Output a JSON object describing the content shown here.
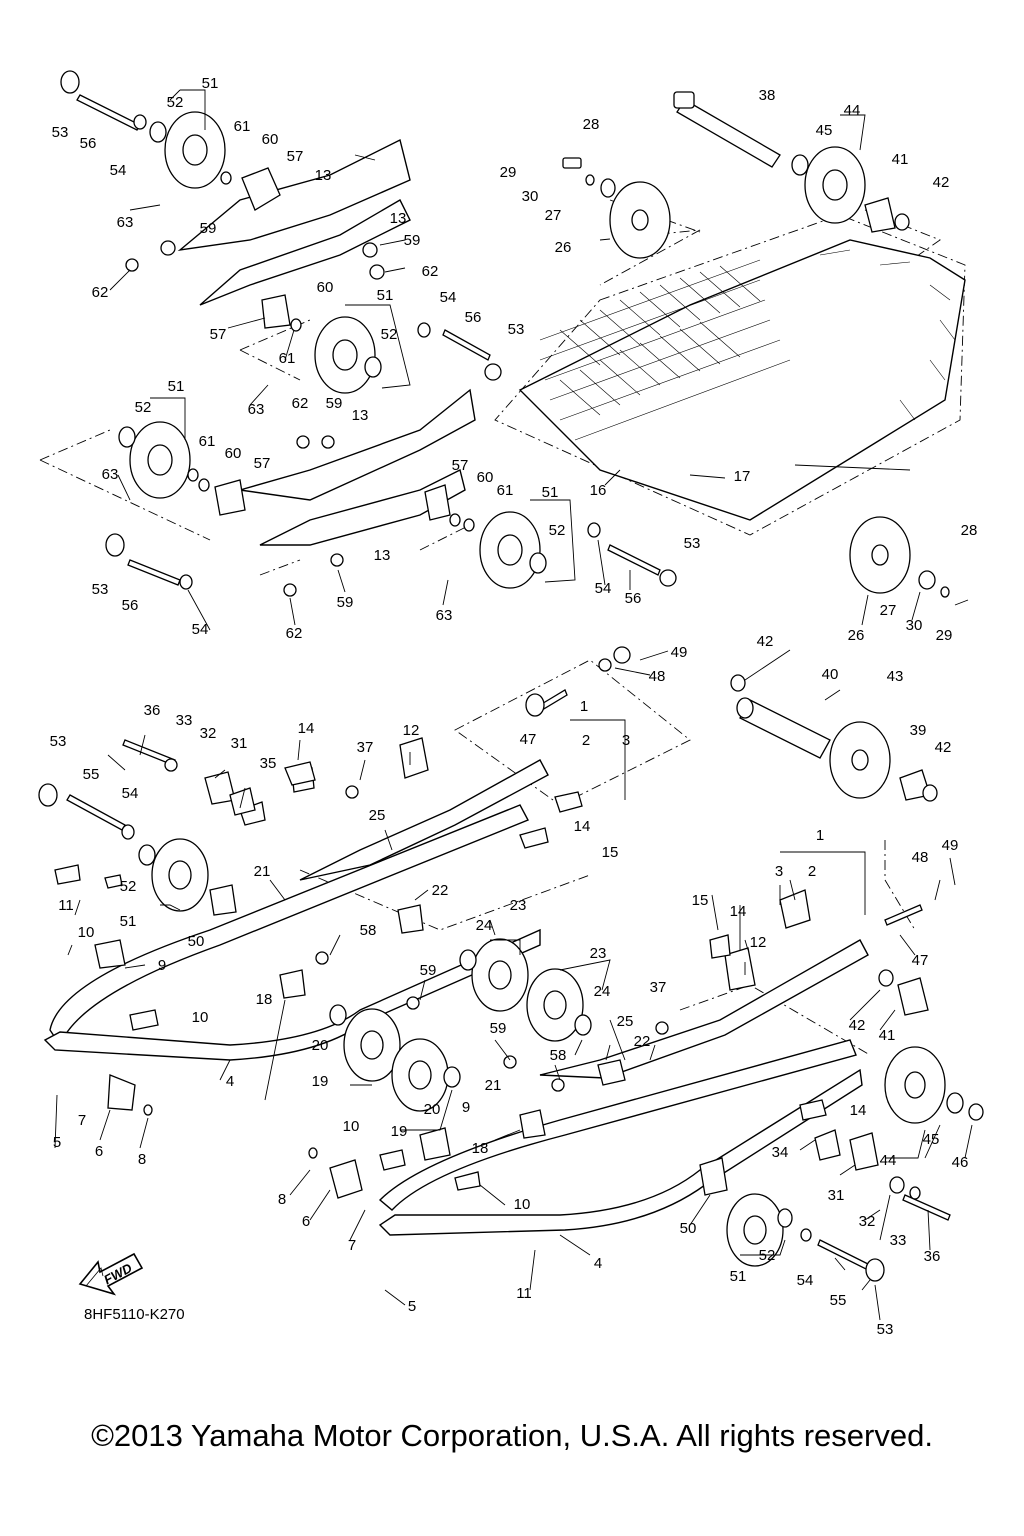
{
  "diagram_code": "8HF5110-K270",
  "fwd_label": "FWD",
  "copyright": "©2013 Yamaha Motor Corporation, U.S.A. All rights reserved.",
  "callouts": [
    "1",
    "2",
    "3",
    "4",
    "5",
    "6",
    "7",
    "8",
    "9",
    "10",
    "11",
    "12",
    "13",
    "14",
    "15",
    "16",
    "17",
    "18",
    "19",
    "20",
    "21",
    "22",
    "23",
    "24",
    "25",
    "26",
    "27",
    "28",
    "29",
    "30",
    "31",
    "32",
    "33",
    "34",
    "35",
    "36",
    "37",
    "38",
    "39",
    "40",
    "41",
    "42",
    "43",
    "44",
    "45",
    "46",
    "47",
    "48",
    "49",
    "50",
    "51",
    "52",
    "53",
    "54",
    "55",
    "56",
    "57",
    "58",
    "59",
    "60",
    "61",
    "62",
    "63"
  ]
}
